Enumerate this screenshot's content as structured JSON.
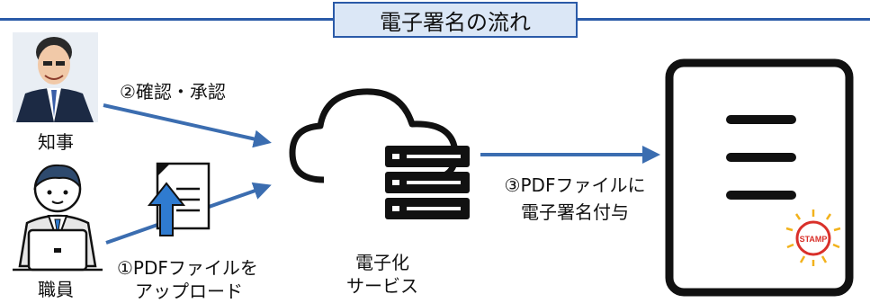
{
  "title": "電子署名の流れ",
  "actors": {
    "governor_label": "知事",
    "staff_label": "職員"
  },
  "steps": {
    "step1_line1": "①PDFファイルを",
    "step1_line2": "アップロード",
    "step2": "②確認・承認",
    "step3_line1": "③PDFファイルに",
    "step3_line2": "電子署名付与"
  },
  "service": {
    "line1": "電子化",
    "line2": "サービス"
  },
  "stamp_text": "STAMP",
  "colors": {
    "accent": "#2a5aa8",
    "arrow": "#3b6db0",
    "title_bg": "#dbe7f6",
    "upload_arrow": "#2f7bd0",
    "stamp_red": "#d9302a",
    "stamp_rays": "#f2b21c"
  }
}
